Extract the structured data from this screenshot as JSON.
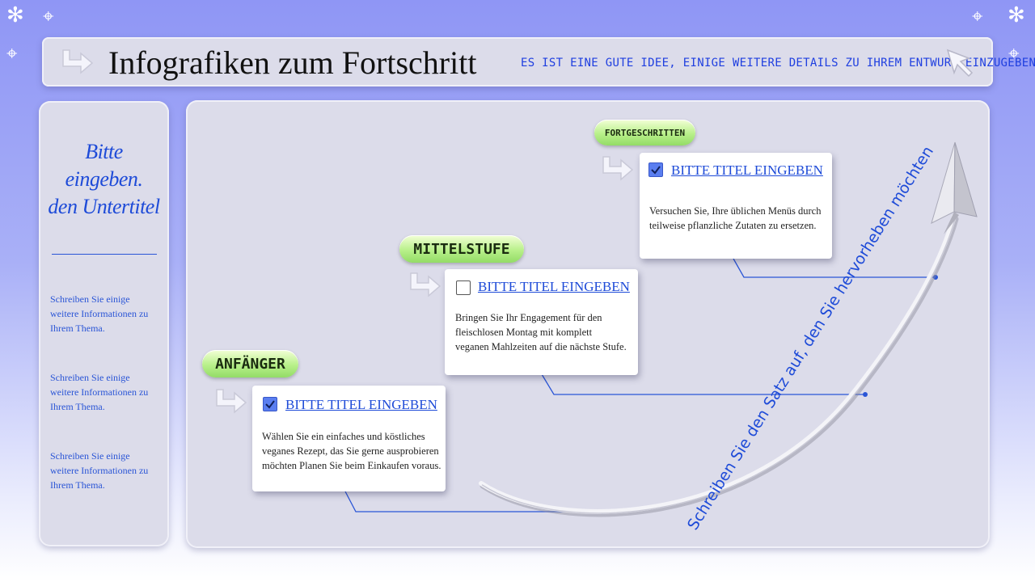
{
  "header": {
    "title": "Infografiken zum Fortschritt",
    "hint": "ES IST EINE GUTE IDEE, EINIGE WEITERE DETAILS ZU IHREM ENTWURF EINZUGEBEN!"
  },
  "sidebar": {
    "subtitle_lines": [
      "Bitte",
      "eingeben.",
      "den Untertitel"
    ],
    "notes": [
      [
        "Schreiben Sie einige",
        "weitere Informationen zu",
        "Ihrem Thema."
      ],
      [
        "Schreiben Sie einige",
        "weitere Informationen zu",
        "Ihrem Thema."
      ],
      [
        "Schreiben Sie einige",
        "weitere Informationen zu",
        "Ihrem Thema."
      ]
    ]
  },
  "stages": [
    {
      "level": "ANFÄNGER",
      "title": "BITTE TITEL EINGEBEN",
      "checked": true,
      "body_lines": [
        "Wählen Sie ein einfaches und köstliches",
        "veganes Rezept, das Sie gerne ausprobieren",
        "möchten Planen Sie beim Einkaufen voraus."
      ]
    },
    {
      "level": "MITTELSTUFE",
      "title": "BITTE TITEL EINGEBEN",
      "checked": false,
      "body_lines": [
        "Bringen Sie Ihr Engagement für den",
        "fleischlosen Montag mit komplett",
        "veganen Mahlzeiten auf die nächste Stufe."
      ]
    },
    {
      "level": "FORTGESCHRITTEN",
      "title": "BITTE TITEL EINGEBEN",
      "checked": true,
      "body_lines": [
        "Versuchen Sie, Ihre üblichen Menüs durch",
        "teilweise pflanzliche Zutaten zu ersetzen."
      ]
    }
  ],
  "curve_caption": "Schreiben Sie den Satz auf, den Sie hervorheben möchten",
  "icons": [
    "sparkle-icon",
    "crosshair-icon",
    "arrow-right-icon",
    "cursor-arrow-icon",
    "checkbox-checked-icon",
    "checkbox-empty-icon",
    "paper-plane-icon"
  ],
  "colors": {
    "accent_blue": "#1e4bd8",
    "pill_green": "#b8f08a",
    "panel": "#dcdcea"
  }
}
